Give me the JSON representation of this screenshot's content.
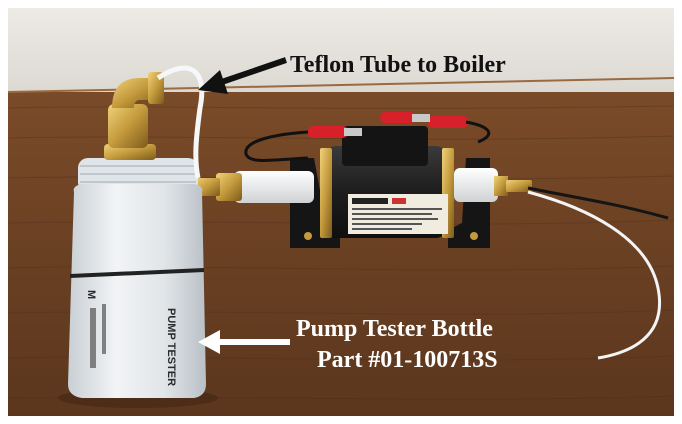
{
  "annotations": {
    "teflon_label": "Teflon Tube to Boiler",
    "bottle_label_line1": "Pump Tester Bottle",
    "bottle_label_line2": "Part #01-100713S"
  },
  "bottle": {
    "printed_text": "PUMP TESTER",
    "brand_fragment": "M"
  },
  "colors": {
    "wall": "#e9e6e1",
    "table_wood": "#6b4224",
    "brass": "#c49a3c",
    "bottle": "#e8ecef",
    "arrow_dark": "#111111",
    "arrow_light": "#ffffff",
    "wire_red": "#d8202a"
  },
  "icons": {
    "top_arrow": "left-pointing-black-arrow",
    "bottom_arrow": "left-pointing-white-arrow"
  }
}
